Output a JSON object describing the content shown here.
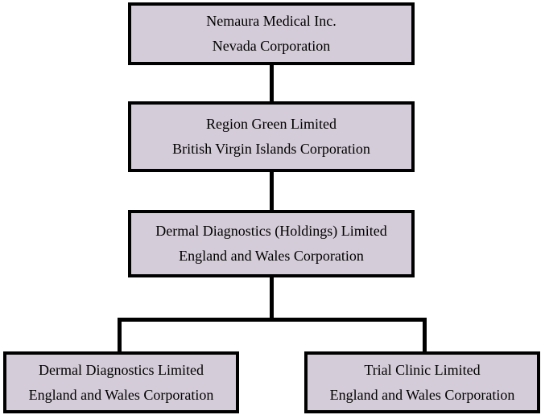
{
  "diagram": {
    "type": "org-chart",
    "background_color": "#ffffff",
    "node_fill_color": "#d4ccd8",
    "node_border_color": "#000000",
    "connector_color": "#000000",
    "nodes": [
      {
        "id": "nemaura-medical",
        "name": "Nemaura Medical Inc.",
        "jurisdiction": "Nevada Corporation"
      },
      {
        "id": "region-green",
        "name": "Region Green Limited",
        "jurisdiction": "British Virgin Islands Corporation"
      },
      {
        "id": "dermal-diagnostics-holdings",
        "name": "Dermal Diagnostics (Holdings) Limited",
        "jurisdiction": "England and Wales Corporation"
      },
      {
        "id": "dermal-diagnostics",
        "name": "Dermal Diagnostics Limited",
        "jurisdiction": "England and Wales Corporation"
      },
      {
        "id": "trial-clinic",
        "name": "Trial Clinic Limited",
        "jurisdiction": "England and Wales Corporation"
      }
    ],
    "edges": [
      {
        "from": "nemaura-medical",
        "to": "region-green"
      },
      {
        "from": "region-green",
        "to": "dermal-diagnostics-holdings"
      },
      {
        "from": "dermal-diagnostics-holdings",
        "to": "dermal-diagnostics"
      },
      {
        "from": "dermal-diagnostics-holdings",
        "to": "trial-clinic"
      }
    ]
  }
}
